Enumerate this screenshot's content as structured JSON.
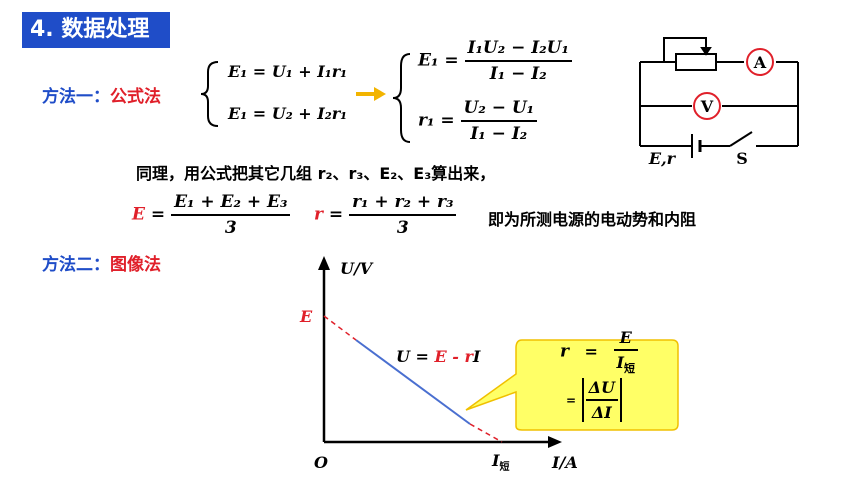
{
  "section_title": "4. 数据处理",
  "method1": {
    "label": "方法一：",
    "name": "公式法",
    "eq1": "E₁ = U₁ + I₁r₁",
    "eq2": "E₁ = U₂ + I₂r₁",
    "E1_lhs": "E₁ =",
    "E1_num": "I₁U₂ − I₂U₁",
    "E1_den": "I₁ − I₂",
    "r1_lhs": "r₁ =",
    "r1_num": "U₂ − U₁",
    "r1_den": "I₁ − I₂"
  },
  "similarly_text": "同理，用公式把其它几组 r₂、r₃、E₂、E₃算出来，",
  "average": {
    "E_lhs": "E",
    "E_eq": "=",
    "E_num": "E₁ + E₂ + E₃",
    "E_den": "3",
    "r_lhs": "r",
    "r_eq": "=",
    "r_num": "r₁ + r₂ + r₃",
    "r_den": "3",
    "conclusion": "即为所测电源的电动势和内阻"
  },
  "circuit": {
    "ammeter": "A",
    "voltmeter": "V",
    "source_label": "E,r",
    "switch_label": "S"
  },
  "method2": {
    "label": "方法二：",
    "name": "图像法"
  },
  "graph": {
    "y_axis_label": "U/V",
    "x_axis_label": "I/A",
    "origin": "O",
    "y_intercept_label": "E",
    "x_intercept_label": "I",
    "x_intercept_sub": "短",
    "line_eq_prefix": "U = ",
    "line_eq_red": "E - r",
    "line_eq_suffix": "I",
    "colors": {
      "line": "#4a6fd0",
      "extrapolation": "#e0202a",
      "callout": "#ffff66"
    }
  },
  "callout": {
    "r_lhs": "r",
    "eq": "=",
    "frac1_num": "E",
    "frac1_den": "I",
    "frac1_den_sub": "短",
    "eq2": "=",
    "frac2_num": "ΔU",
    "frac2_den": "ΔI"
  }
}
